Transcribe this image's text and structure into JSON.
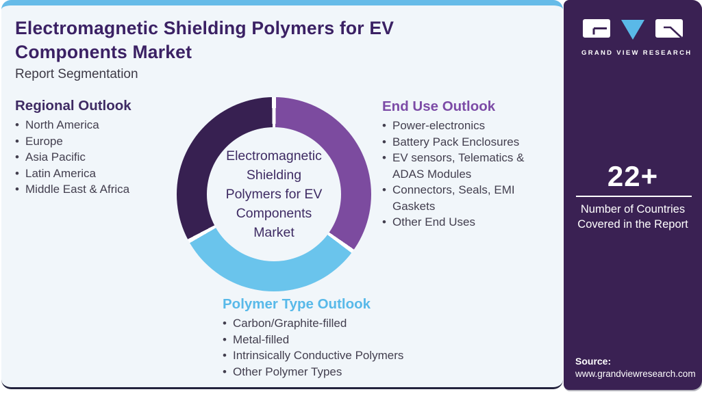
{
  "page": {
    "title": "Electromagnetic Shielding Polymers for EV Components Market",
    "subtitle": "Report Segmentation"
  },
  "sections": {
    "regional": {
      "heading": "Regional Outlook",
      "items": [
        "North America",
        "Europe",
        "Asia Pacific",
        "Latin America",
        "Middle East & Africa"
      ]
    },
    "end_use": {
      "heading": "End Use Outlook",
      "items": [
        "Power-electronics",
        "Battery Pack Enclosures",
        "EV sensors, Telematics & ADAS Modules",
        "Connectors, Seals, EMI Gaskets",
        "Other End Uses"
      ]
    },
    "polymer": {
      "heading": "Polymer Type Outlook",
      "items": [
        "Carbon/Graphite-filled",
        "Metal-filled",
        "Intrinsically Conductive Polymers",
        "Other Polymer Types"
      ]
    }
  },
  "chart_data": {
    "type": "pie",
    "donut": true,
    "title": "Report Segmentation",
    "center_label": "Electromagnetic Shielding Polymers for EV Components Market",
    "center_label_lines": [
      "Electromagnetic",
      "Shielding",
      "Polymers for EV",
      "Components",
      "Market"
    ],
    "segments": [
      {
        "label": "End Use Outlook",
        "value": 35,
        "color": "#7c4b9f"
      },
      {
        "label": "Polymer Type Outlook",
        "value": 32,
        "color": "#6ac4ec"
      },
      {
        "label": "Regional Outlook",
        "value": 33,
        "color": "#372051"
      }
    ],
    "start_angle_deg": 0,
    "gap_deg": 2.5,
    "gap_color": "#ffffff",
    "legend": "none"
  },
  "sidebar": {
    "logo": {
      "icon": "gvr-logo",
      "brand": "GRAND VIEW RESEARCH"
    },
    "stat": {
      "value": "22+",
      "caption": "Number of Countries Covered in the Report"
    },
    "source": {
      "label": "Source:",
      "url": "www.grandviewresearch.com"
    }
  },
  "colors": {
    "card_background": "#f1f6fa",
    "top_strip": "#66bbe8",
    "title_text": "#3b2164",
    "sidebar_background": "#3a2153",
    "heading_regional": "#3e2a63",
    "heading_end_use": "#7c4ba6",
    "heading_polymer": "#58b9e9",
    "card_bottom_edge": "#23233d"
  }
}
